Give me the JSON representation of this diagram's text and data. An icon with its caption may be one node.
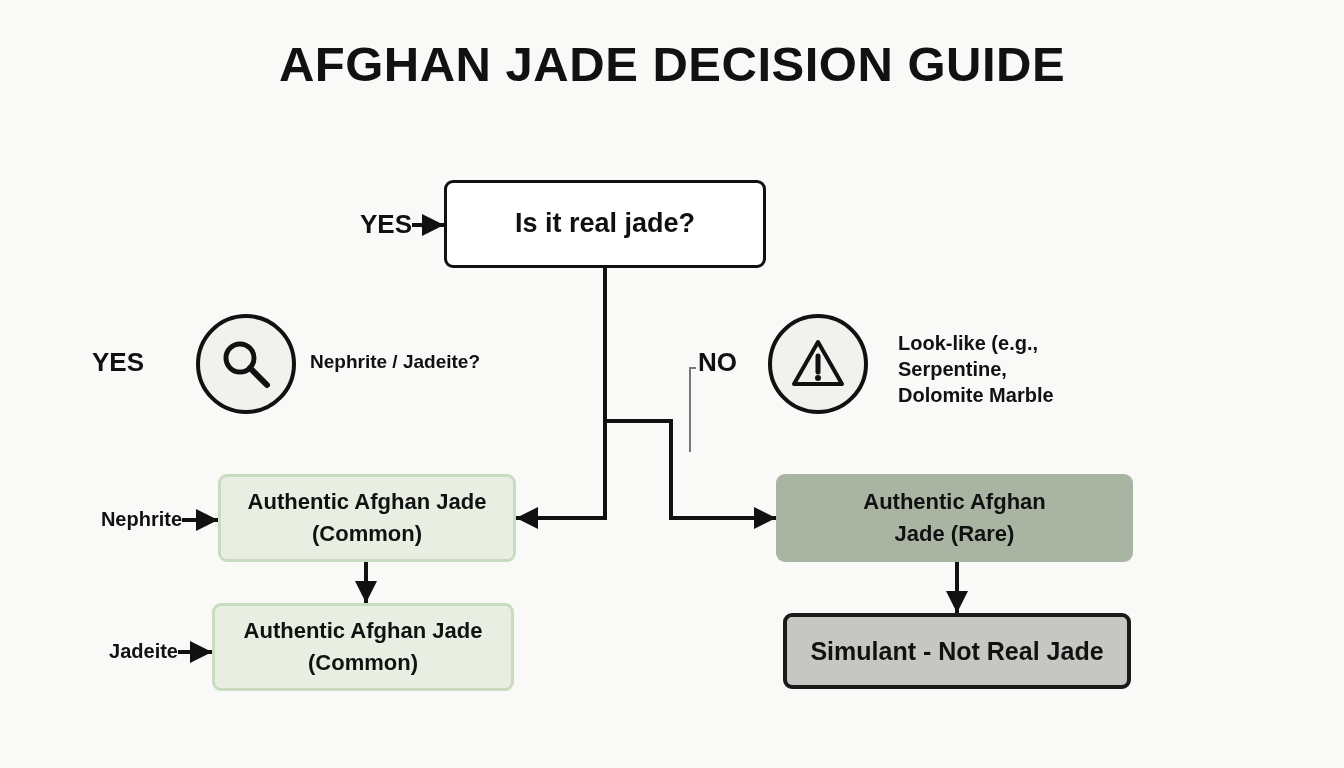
{
  "diagram": {
    "title": "AFGHAN JADE DECISION GUIDE",
    "nodes": [
      {
        "text": [
          "YES"
        ]
      },
      {
        "text": [
          "Is it real jade?"
        ]
      },
      {
        "text": [],
        "shape": "circle",
        "beside": [
          "YES",
          "Nephrite / Jadeite?"
        ]
      },
      {
        "text": [],
        "shape": "circle",
        "beside": [
          "NO",
          "Look-like (e.g., Serpentine, Dolomite Marble"
        ]
      },
      {
        "text": [
          "Nephrite"
        ]
      },
      {
        "text": [
          "Authentic Afghan Jade (Common)"
        ]
      },
      {
        "text": [
          "Authentic Afghan Jade (Rare)"
        ]
      },
      {
        "text": [
          "Jadeite"
        ]
      },
      {
        "text": [
          "Authentic Afghan Jade (Common)"
        ]
      },
      {
        "text": [
          "Simulant - Not Real Jade"
        ]
      }
    ],
    "edges": [
      {
        "from": 0,
        "to": 1,
        "arrow": "to"
      },
      {
        "from": 1,
        "to": 5,
        "arrow": "to"
      },
      {
        "from": 1,
        "to": 6,
        "arrow": "to"
      },
      {
        "from": 4,
        "to": 5,
        "arrow": "to"
      },
      {
        "from": 5,
        "to": 8,
        "arrow": "to"
      },
      {
        "from": 7,
        "to": 8,
        "arrow": "to"
      },
      {
        "from": 6,
        "to": 9,
        "arrow": "to"
      }
    ]
  }
}
